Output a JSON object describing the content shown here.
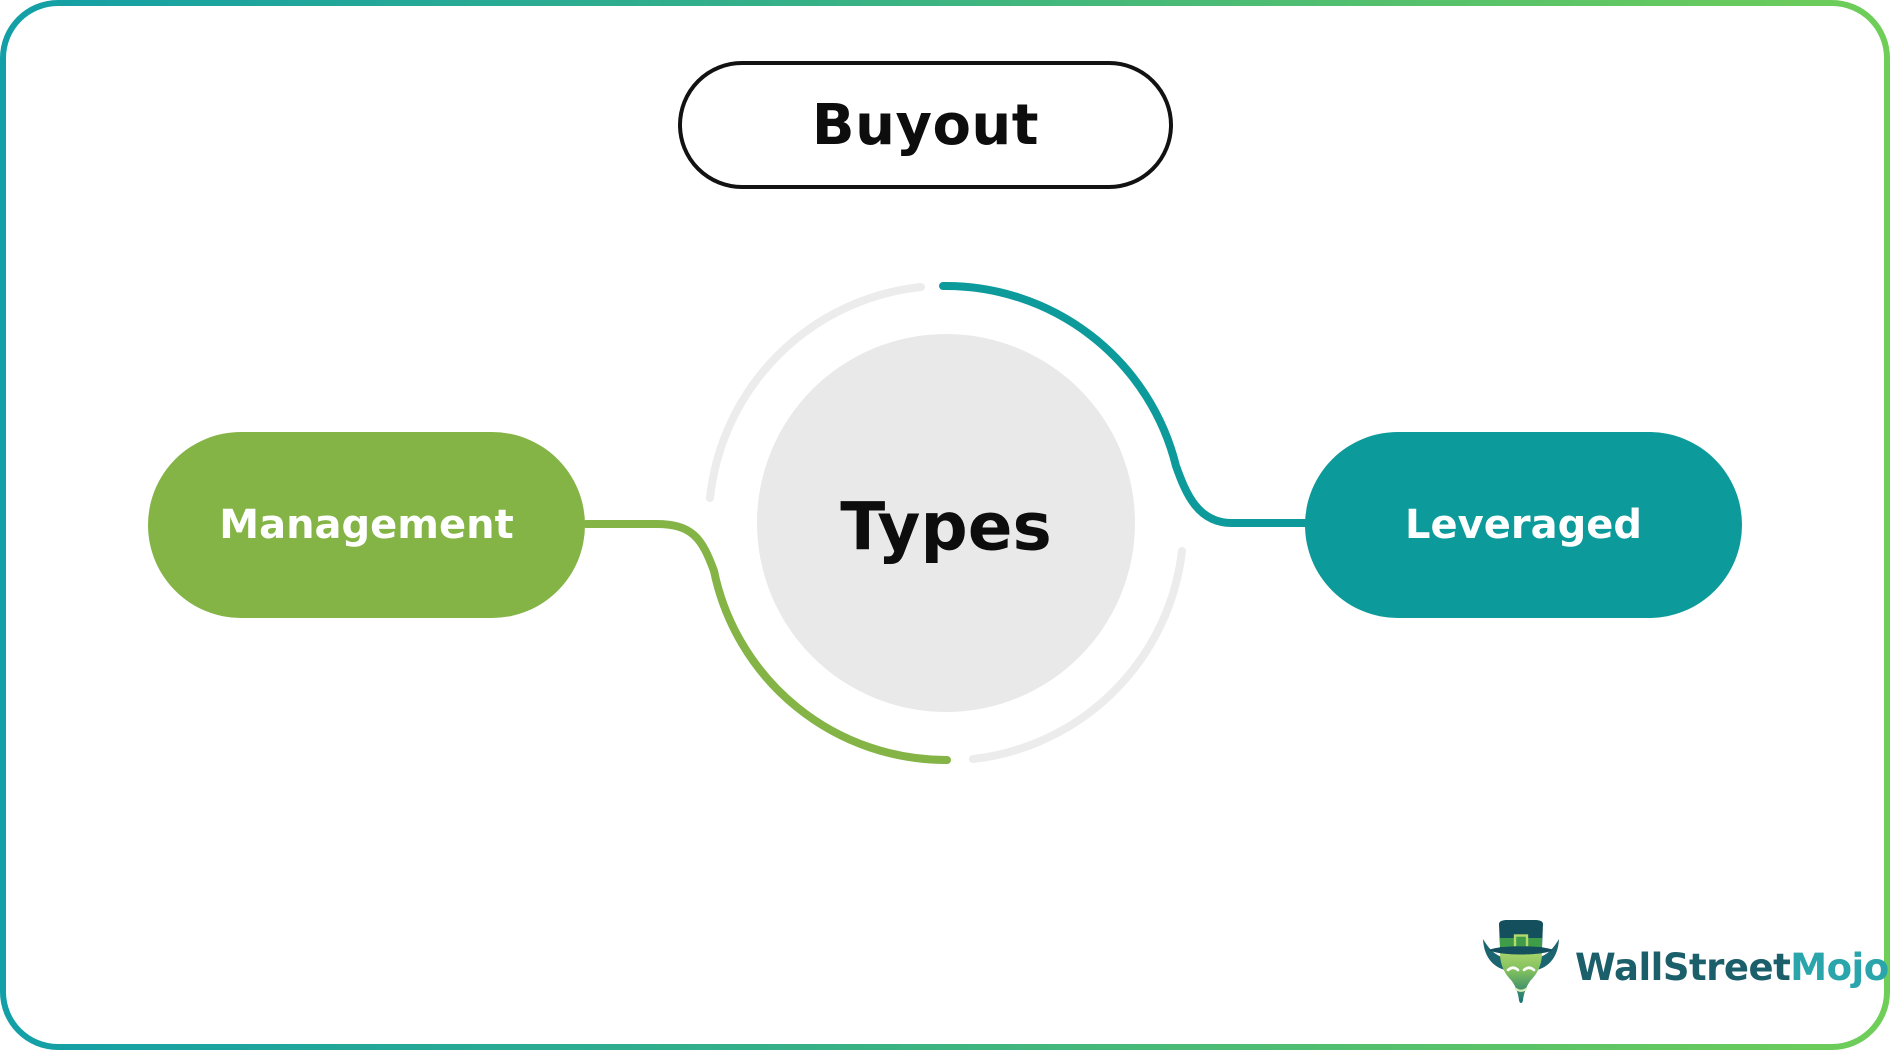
{
  "title": {
    "label": "Buyout"
  },
  "center": {
    "label": "Types"
  },
  "nodes": [
    {
      "label": "Management",
      "color": "#84b446",
      "position": "left"
    },
    {
      "label": "Leveraged",
      "color": "#0d9a9b",
      "position": "right"
    }
  ],
  "colors": {
    "frame_gradient_start": "#139fa7",
    "frame_gradient_end": "#6fce58",
    "center_circle_fill": "#e9e9e9",
    "ring_gray": "#ececec",
    "teal_accent": "#0d9a9b",
    "green_accent": "#84b446",
    "title_border": "#121212",
    "title_text": "#0d0d0d"
  },
  "logo": {
    "brand_first": "WallStreet",
    "brand_second": "Mojo",
    "brand_first_color": "#1b5f6b",
    "brand_second_color": "#29a5ab",
    "mascot": "bull-leprechaun-mascot"
  }
}
